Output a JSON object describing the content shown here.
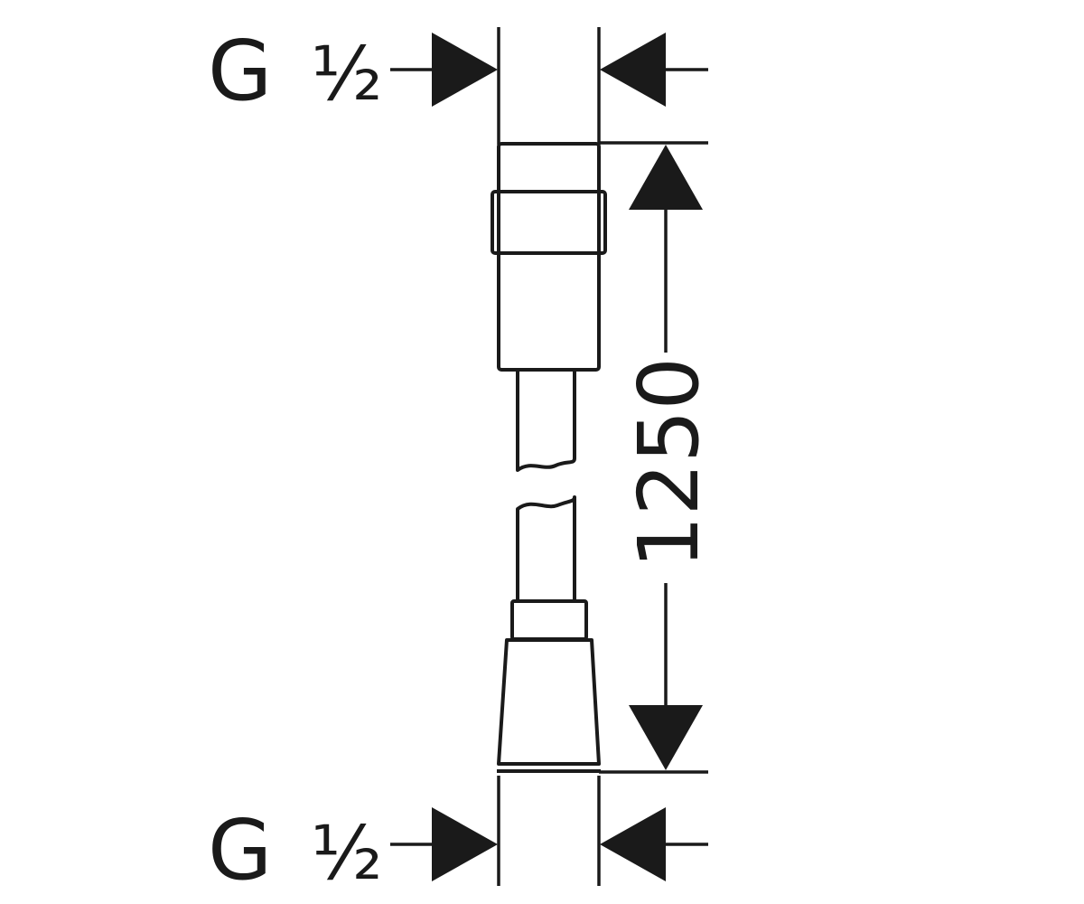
{
  "thread_top": {
    "letter": "G",
    "size": "½"
  },
  "thread_bottom": {
    "letter": "G",
    "size": "½"
  },
  "length_dimension": {
    "value": "1250"
  },
  "colors": {
    "ink": "#1a1a1a",
    "background": "#ffffff"
  }
}
